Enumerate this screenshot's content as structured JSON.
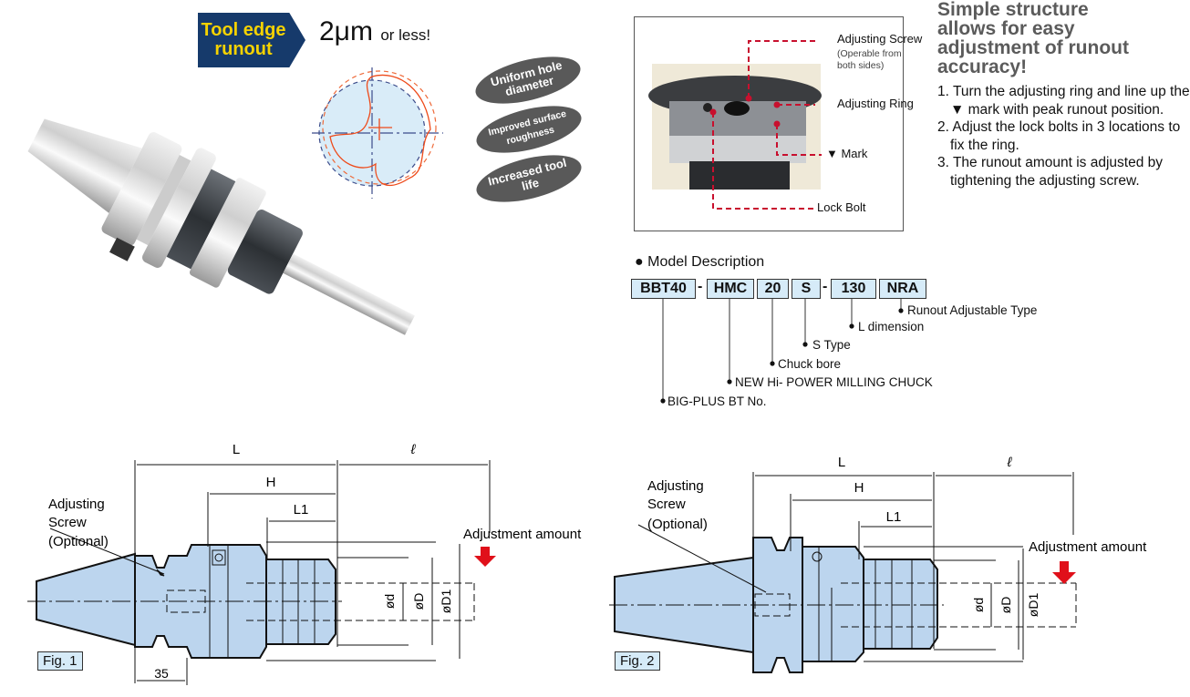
{
  "hero": {
    "banner_text": "Tool edge runout",
    "spec_value": "2μm",
    "spec_suffix": "or less!",
    "benefits": [
      "Uniform hole diameter",
      "Improved surface roughness",
      "Increased tool life"
    ]
  },
  "inset": {
    "callouts": {
      "adjusting_screw": "Adjusting Screw",
      "adjusting_screw_note": "(Operable from both sides)",
      "adjusting_ring": "Adjusting Ring",
      "mark": "▼ Mark",
      "lock_bolt": "Lock Bolt"
    }
  },
  "instructions": {
    "headline": "Simple structure allows for easy adjustment of runout accuracy!",
    "steps": [
      "1. Turn the adjusting ring and line up the ▼ mark with peak runout position.",
      "2. Adjust the lock bolts in 3 locations to fix the ring.",
      "3. The runout amount is adjusted by tightening the adjusting screw."
    ]
  },
  "model_description": {
    "title": "● Model Description",
    "separator": "-",
    "segments": [
      {
        "code": "BBT40",
        "meaning": "BIG-PLUS BT No."
      },
      {
        "code": "HMC",
        "meaning": "NEW Hi- POWER MILLING CHUCK"
      },
      {
        "code": "20",
        "meaning": "Chuck bore"
      },
      {
        "code": "S",
        "meaning": "S Type"
      },
      {
        "code": "130",
        "meaning": "L dimension"
      },
      {
        "code": "NRA",
        "meaning": "Runout Adjustable Type"
      }
    ]
  },
  "figures": [
    {
      "label": "Fig. 1",
      "callout_line1": "Adjusting",
      "callout_line2": "Screw",
      "callout_line3": "(Optional)",
      "dim_L": "L",
      "dim_H": "H",
      "dim_L1": "L1",
      "dim_l": "ℓ",
      "dim_35": "35",
      "dim_d": "ød",
      "dim_D": "øD",
      "dim_D1": "øD1",
      "adjustment": "Adjustment amount"
    },
    {
      "label": "Fig. 2",
      "callout_line1": "Adjusting",
      "callout_line2": "Screw",
      "callout_line3": "(Optional)",
      "dim_L": "L",
      "dim_H": "H",
      "dim_L1": "L1",
      "dim_l": "ℓ",
      "dim_d": "ød",
      "dim_D": "øD",
      "dim_D1": "øD1",
      "adjustment": "Adjustment amount"
    }
  ],
  "colors": {
    "banner_bg": "#163a6b",
    "banner_text": "#f5d200",
    "body_fill": "#bcd5ee",
    "accent_red": "#e0101a",
    "callout_red": "#c8102e"
  }
}
